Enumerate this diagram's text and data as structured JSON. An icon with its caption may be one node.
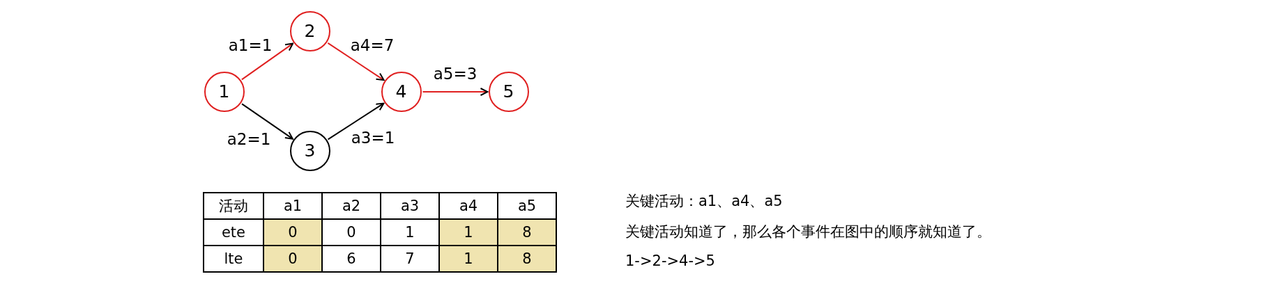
{
  "diagram": {
    "nodes": [
      {
        "text": [
          "1"
        ]
      },
      {
        "text": [
          "2"
        ]
      },
      {
        "text": [
          "3"
        ]
      },
      {
        "text": [
          "4"
        ]
      },
      {
        "text": [
          "5"
        ]
      }
    ],
    "edges": [
      {
        "from": 0,
        "to": 1,
        "arrow": "to",
        "label": "a1=1"
      },
      {
        "from": 0,
        "to": 2,
        "arrow": "to",
        "label": "a2=1",
        "color": "#000000"
      },
      {
        "from": 2,
        "to": 3,
        "arrow": "to",
        "label": "a3=1",
        "color": "#000000"
      },
      {
        "from": 1,
        "to": 3,
        "arrow": "to",
        "label": "a4=7"
      },
      {
        "from": 3,
        "to": 4,
        "arrow": "to",
        "label": "a5=3"
      }
    ],
    "labels": [
      "活动",
      "a1",
      "a2",
      "a3",
      "a4",
      "a5",
      "ete",
      "0",
      "0",
      "1",
      "1",
      "8",
      "lte",
      "0",
      "6",
      "7",
      "1",
      "8",
      "关键活动：a1、a4、a5",
      "关键活动知道了，那么各个事件在图中的顺序就知道了。",
      "1->2->4->5"
    ]
  }
}
